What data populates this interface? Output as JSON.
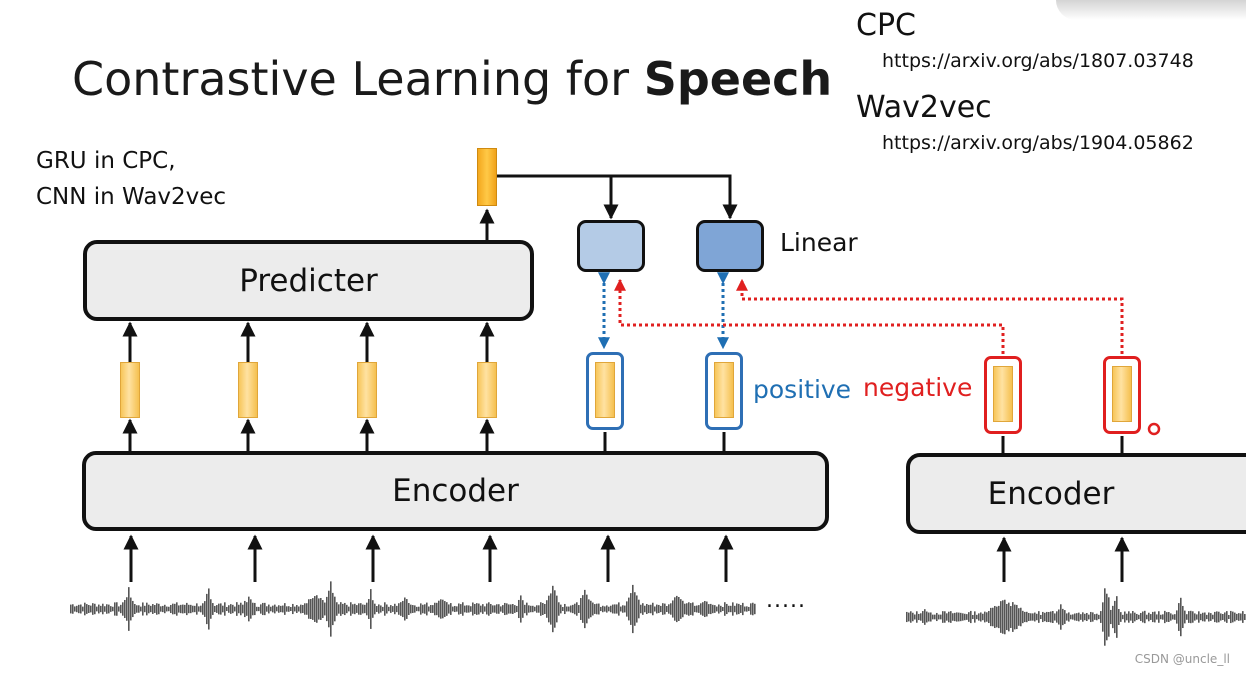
{
  "title": {
    "prefix": "Contrastive Learning for ",
    "bold": "Speech"
  },
  "references": [
    {
      "name": "CPC",
      "url": "https://arxiv.org/abs/1807.03748"
    },
    {
      "name": "Wav2vec",
      "url": "https://arxiv.org/abs/1904.05862"
    }
  ],
  "note": {
    "line1": "GRU in CPC,",
    "line2": "CNN in Wav2vec"
  },
  "blocks": {
    "predicter": "Predicter",
    "encoder_main": "Encoder",
    "encoder_side": "Encoder"
  },
  "labels": {
    "linear": "Linear",
    "positive": "positive",
    "negative": "negative",
    "ellipsis": "....."
  },
  "colors": {
    "positive": "#1f6fb3",
    "negative": "#e02020",
    "vector": "#f7c65a",
    "linear_light": "#b4cbe6",
    "linear_dark": "#7fa5d6"
  },
  "watermark": "CSDN @uncle_ll"
}
